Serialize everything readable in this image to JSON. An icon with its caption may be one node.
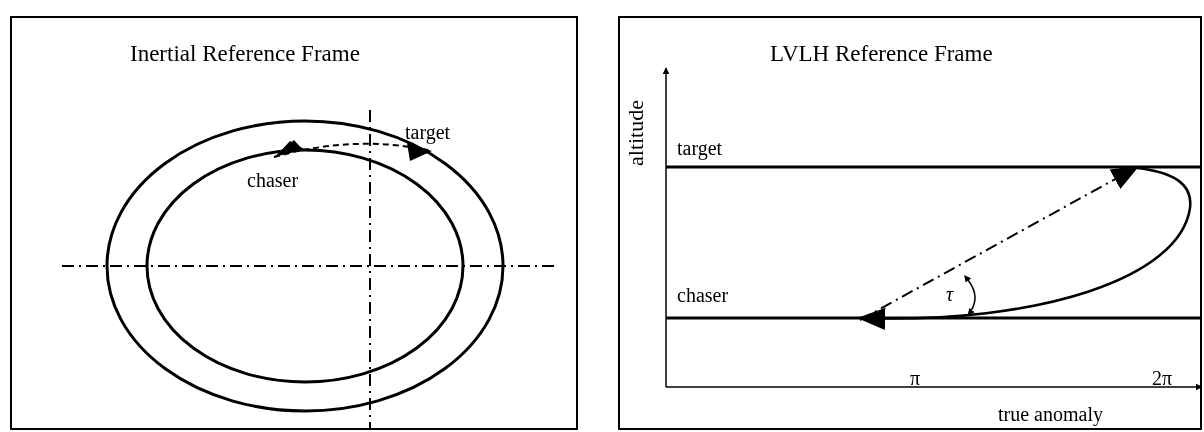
{
  "diagram": {
    "nodes": [
      {
        "text": [
          "Inertial Reference Frame"
        ]
      },
      {
        "text": [
          "LVLH Reference Frame"
        ]
      }
    ],
    "labels": [
      "target",
      "chaser",
      "altitude",
      "target",
      "chaser",
      "τ",
      "π",
      "2π",
      "true anomaly"
    ]
  }
}
